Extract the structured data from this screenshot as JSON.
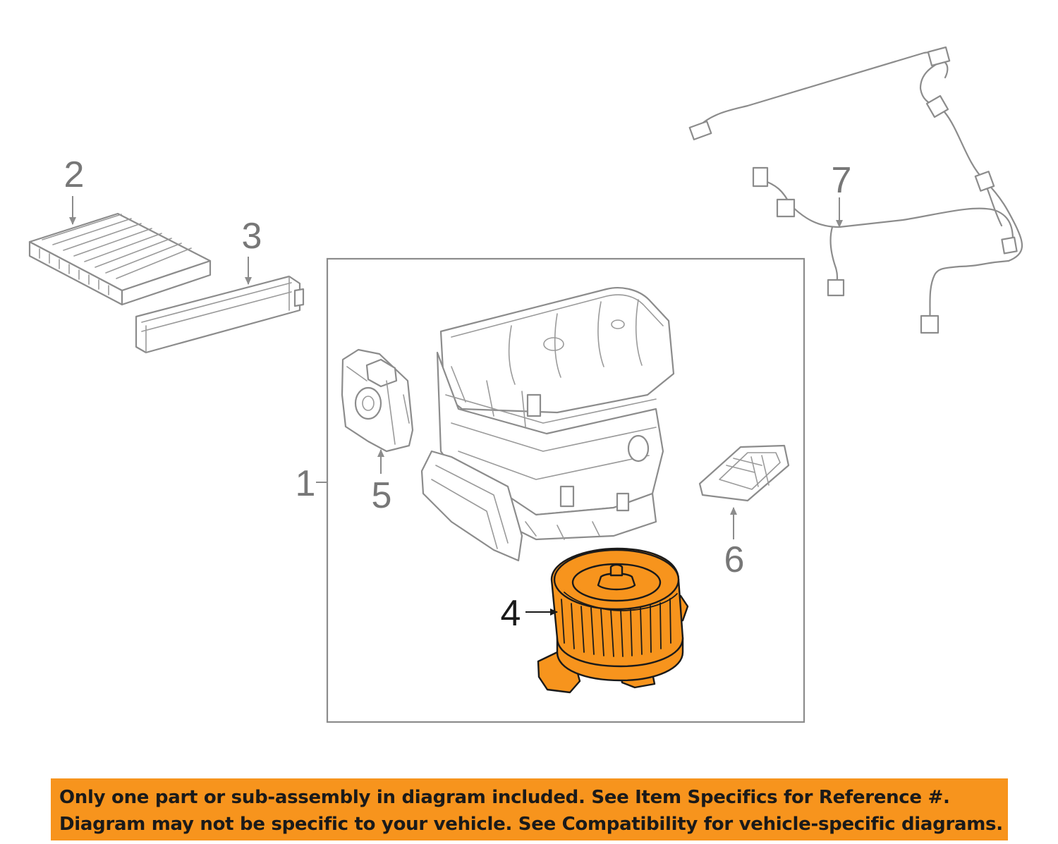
{
  "callouts": {
    "c1": "1",
    "c2": "2",
    "c3": "3",
    "c4": "4",
    "c5": "5",
    "c6": "6",
    "c7": "7"
  },
  "highlight_color": "#f7941d",
  "banner": {
    "line1": "Only one part or sub-assembly in diagram included. See Item Specifics for Reference #.",
    "line2": "Diagram may not be specific to your vehicle. See Compatibility for vehicle-specific diagrams."
  }
}
